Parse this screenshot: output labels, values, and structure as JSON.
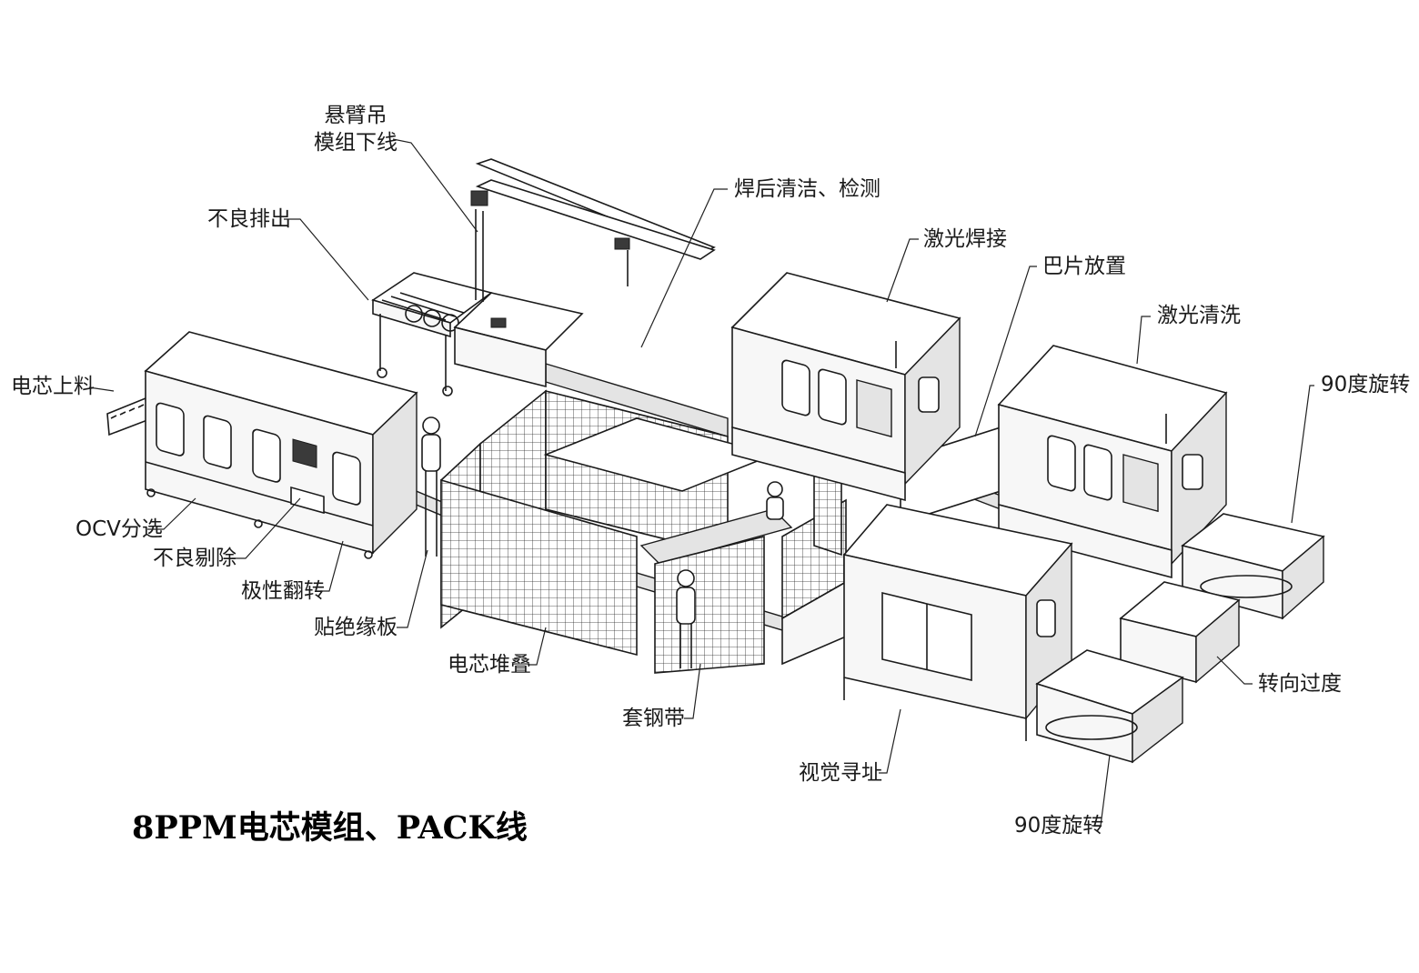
{
  "title": "8PPM电芯模组、PACK线",
  "labels": {
    "cantilever_crane": "悬臂吊\n模组下线",
    "defect_discharge": "不良排出",
    "post_weld_clean_inspect": "焊后清洁、检测",
    "laser_welding": "激光焊接",
    "busbar_placement": "巴片放置",
    "laser_cleaning": "激光清洗",
    "rotate_90_top": "90度旋转",
    "cell_loading": "电芯上料",
    "ocv_sorting": "OCV分选",
    "defect_rejection": "不良剔除",
    "polarity_flip": "极性翻转",
    "insulation_board": "贴绝缘板",
    "cell_stacking": "电芯堆叠",
    "steel_strapping": "套钢带",
    "vision_addressing": "视觉寻址",
    "turning_transition": "转向过度",
    "rotate_90_bottom": "90度旋转"
  }
}
